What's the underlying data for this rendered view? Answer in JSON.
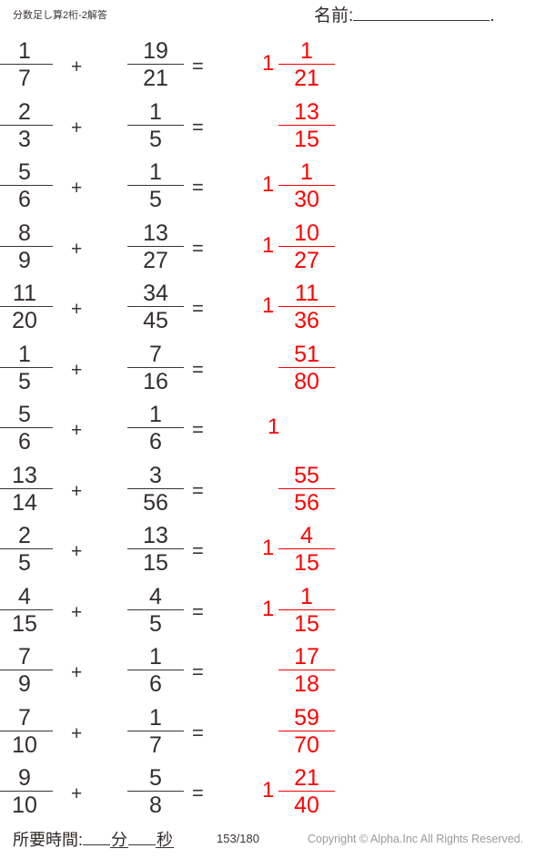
{
  "header": {
    "title": "分数足し算2桁-2解答",
    "name_label": "名前:",
    "name_value": "",
    "name_trailing_dot": "."
  },
  "operators": {
    "plus": "+",
    "equals": "="
  },
  "problems": [
    {
      "index": 1,
      "left": {
        "numerator": "1",
        "denominator": "7"
      },
      "right": {
        "numerator": "19",
        "denominator": "21"
      },
      "answer": {
        "whole": "1",
        "numerator": "1",
        "denominator": "21"
      }
    },
    {
      "index": 2,
      "left": {
        "numerator": "2",
        "denominator": "3"
      },
      "right": {
        "numerator": "1",
        "denominator": "5"
      },
      "answer": {
        "whole": "",
        "numerator": "13",
        "denominator": "15"
      }
    },
    {
      "index": 3,
      "left": {
        "numerator": "5",
        "denominator": "6"
      },
      "right": {
        "numerator": "1",
        "denominator": "5"
      },
      "answer": {
        "whole": "1",
        "numerator": "1",
        "denominator": "30"
      }
    },
    {
      "index": 4,
      "left": {
        "numerator": "8",
        "denominator": "9"
      },
      "right": {
        "numerator": "13",
        "denominator": "27"
      },
      "answer": {
        "whole": "1",
        "numerator": "10",
        "denominator": "27"
      }
    },
    {
      "index": 5,
      "left": {
        "numerator": "11",
        "denominator": "20"
      },
      "right": {
        "numerator": "34",
        "denominator": "45"
      },
      "answer": {
        "whole": "1",
        "numerator": "11",
        "denominator": "36"
      }
    },
    {
      "index": 6,
      "left": {
        "numerator": "1",
        "denominator": "5"
      },
      "right": {
        "numerator": "7",
        "denominator": "16"
      },
      "answer": {
        "whole": "",
        "numerator": "51",
        "denominator": "80"
      }
    },
    {
      "index": 7,
      "left": {
        "numerator": "5",
        "denominator": "6"
      },
      "right": {
        "numerator": "1",
        "denominator": "6"
      },
      "answer": {
        "whole": "1",
        "numerator": "",
        "denominator": ""
      }
    },
    {
      "index": 8,
      "left": {
        "numerator": "13",
        "denominator": "14"
      },
      "right": {
        "numerator": "3",
        "denominator": "56"
      },
      "answer": {
        "whole": "",
        "numerator": "55",
        "denominator": "56"
      }
    },
    {
      "index": 9,
      "left": {
        "numerator": "2",
        "denominator": "5"
      },
      "right": {
        "numerator": "13",
        "denominator": "15"
      },
      "answer": {
        "whole": "1",
        "numerator": "4",
        "denominator": "15"
      }
    },
    {
      "index": 10,
      "left": {
        "numerator": "4",
        "denominator": "15"
      },
      "right": {
        "numerator": "4",
        "denominator": "5"
      },
      "answer": {
        "whole": "1",
        "numerator": "1",
        "denominator": "15"
      }
    },
    {
      "index": 11,
      "left": {
        "numerator": "7",
        "denominator": "9"
      },
      "right": {
        "numerator": "1",
        "denominator": "6"
      },
      "answer": {
        "whole": "",
        "numerator": "17",
        "denominator": "18"
      }
    },
    {
      "index": 12,
      "left": {
        "numerator": "7",
        "denominator": "10"
      },
      "right": {
        "numerator": "1",
        "denominator": "7"
      },
      "answer": {
        "whole": "",
        "numerator": "59",
        "denominator": "70"
      }
    },
    {
      "index": 13,
      "left": {
        "numerator": "9",
        "denominator": "10"
      },
      "right": {
        "numerator": "5",
        "denominator": "8"
      },
      "answer": {
        "whole": "1",
        "numerator": "21",
        "denominator": "40"
      }
    }
  ],
  "footer": {
    "time_label": "所要時間:",
    "minutes_unit": "分",
    "seconds_unit": "秒",
    "page_count": "153/180",
    "copyright": "Copyright ©  Alpha.Inc All Rights Reserved."
  },
  "colors": {
    "ink": "#3a3432",
    "answer_red": "#ff0000",
    "copyright_gray": "#9a9a9a"
  }
}
